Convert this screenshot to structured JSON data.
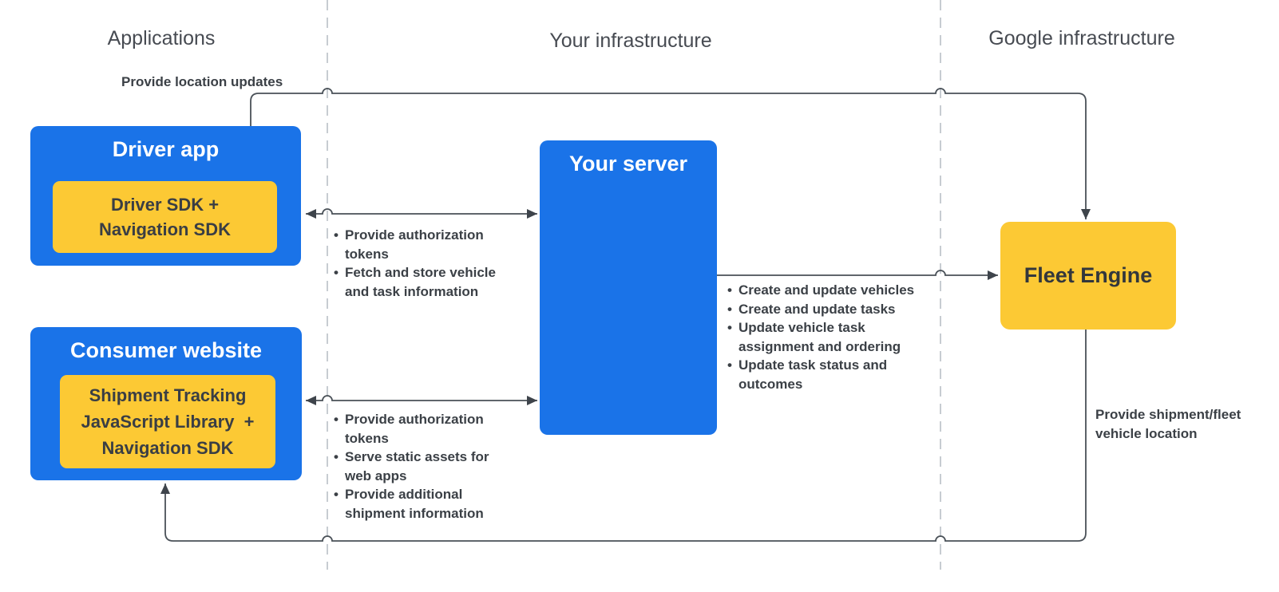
{
  "headers": {
    "applications": "Applications",
    "your_infrastructure": "Your infrastructure",
    "google_infrastructure": "Google infrastructure"
  },
  "nodes": {
    "driver_app": {
      "title": "Driver app",
      "sdk_line1": "Driver SDK +",
      "sdk_line2": "Navigation SDK"
    },
    "consumer_website": {
      "title": "Consumer website",
      "sdk_line1": "Shipment Tracking",
      "sdk_line2": "JavaScript Library  +",
      "sdk_line3": "Navigation SDK"
    },
    "your_server": {
      "title": "Your server"
    },
    "fleet_engine": {
      "title": "Fleet Engine"
    }
  },
  "edge_labels": {
    "provide_location_updates": "Provide location updates",
    "provide_shipment_fleet": "Provide shipment/fleet vehicle location",
    "driver_server_bullets": [
      "Provide authorization tokens",
      "Fetch and store vehicle and task information"
    ],
    "consumer_server_bullets": [
      "Provide authorization tokens",
      "Serve static assets for web apps",
      "Provide additional shipment information"
    ],
    "server_fleet_bullets": [
      "Create and update vehicles",
      "Create and update tasks",
      "Update vehicle task assignment and ordering",
      "Update task status and outcomes"
    ]
  },
  "colors": {
    "node_blue": "#1a73e8",
    "node_yellow": "#fcc934",
    "line": "#4a5158",
    "arrowhead": "#3e444b",
    "divider": "#b9bfc6",
    "header_text": "#474b52",
    "label_text": "#3b4046"
  }
}
